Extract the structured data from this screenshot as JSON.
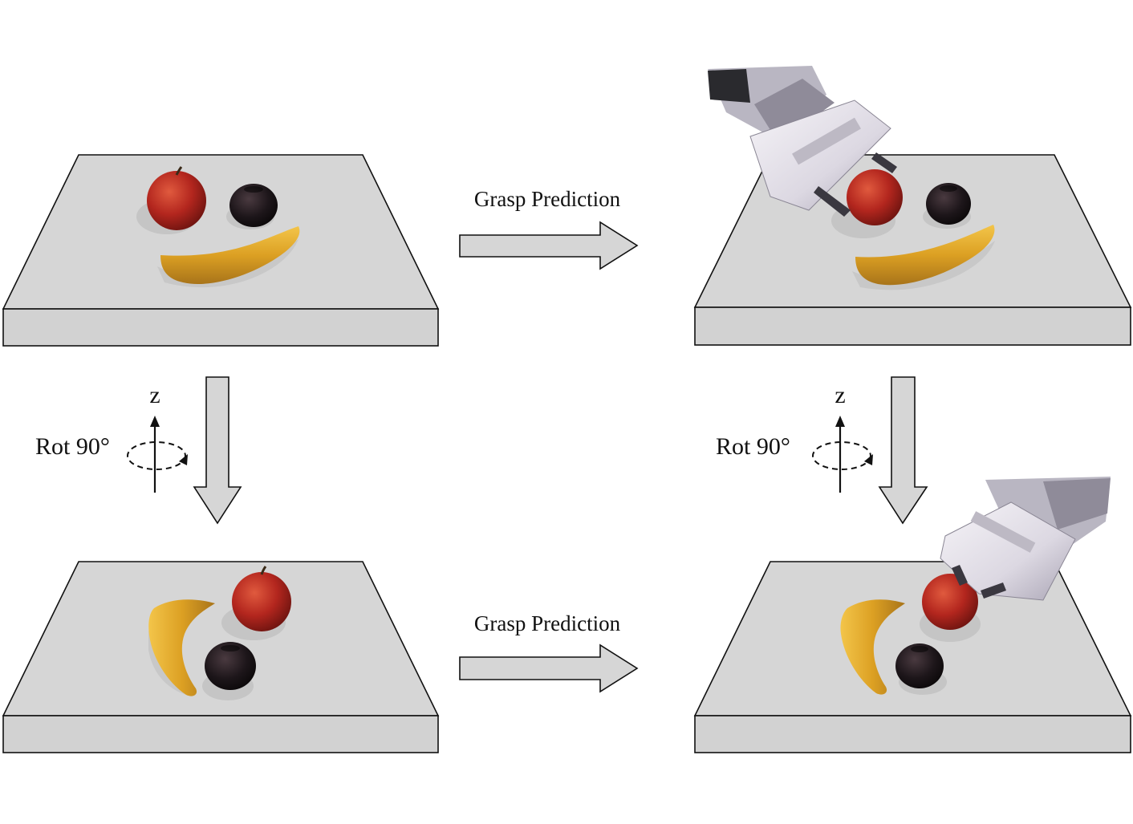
{
  "labels": {
    "grasp_top": "Grasp Prediction",
    "grasp_bottom": "Grasp Prediction",
    "axis_left": "z",
    "axis_right": "z",
    "rot_left": "Rot 90°",
    "rot_right": "Rot 90°"
  },
  "colors": {
    "table_top": "#d6d6d6",
    "table_side": "#d2d2d2",
    "arrow_fill": "#d6d6d6",
    "outline": "#111111",
    "apple": "#b3261e",
    "dark_apple": "#1a1418",
    "banana": "#e0a526",
    "gripper": "#eceaf0"
  },
  "icons": {
    "grasp_arrow": "arrow-right-icon",
    "rotate_arrow": "arrow-down-icon",
    "rotation": "rotation-axis-icon"
  }
}
